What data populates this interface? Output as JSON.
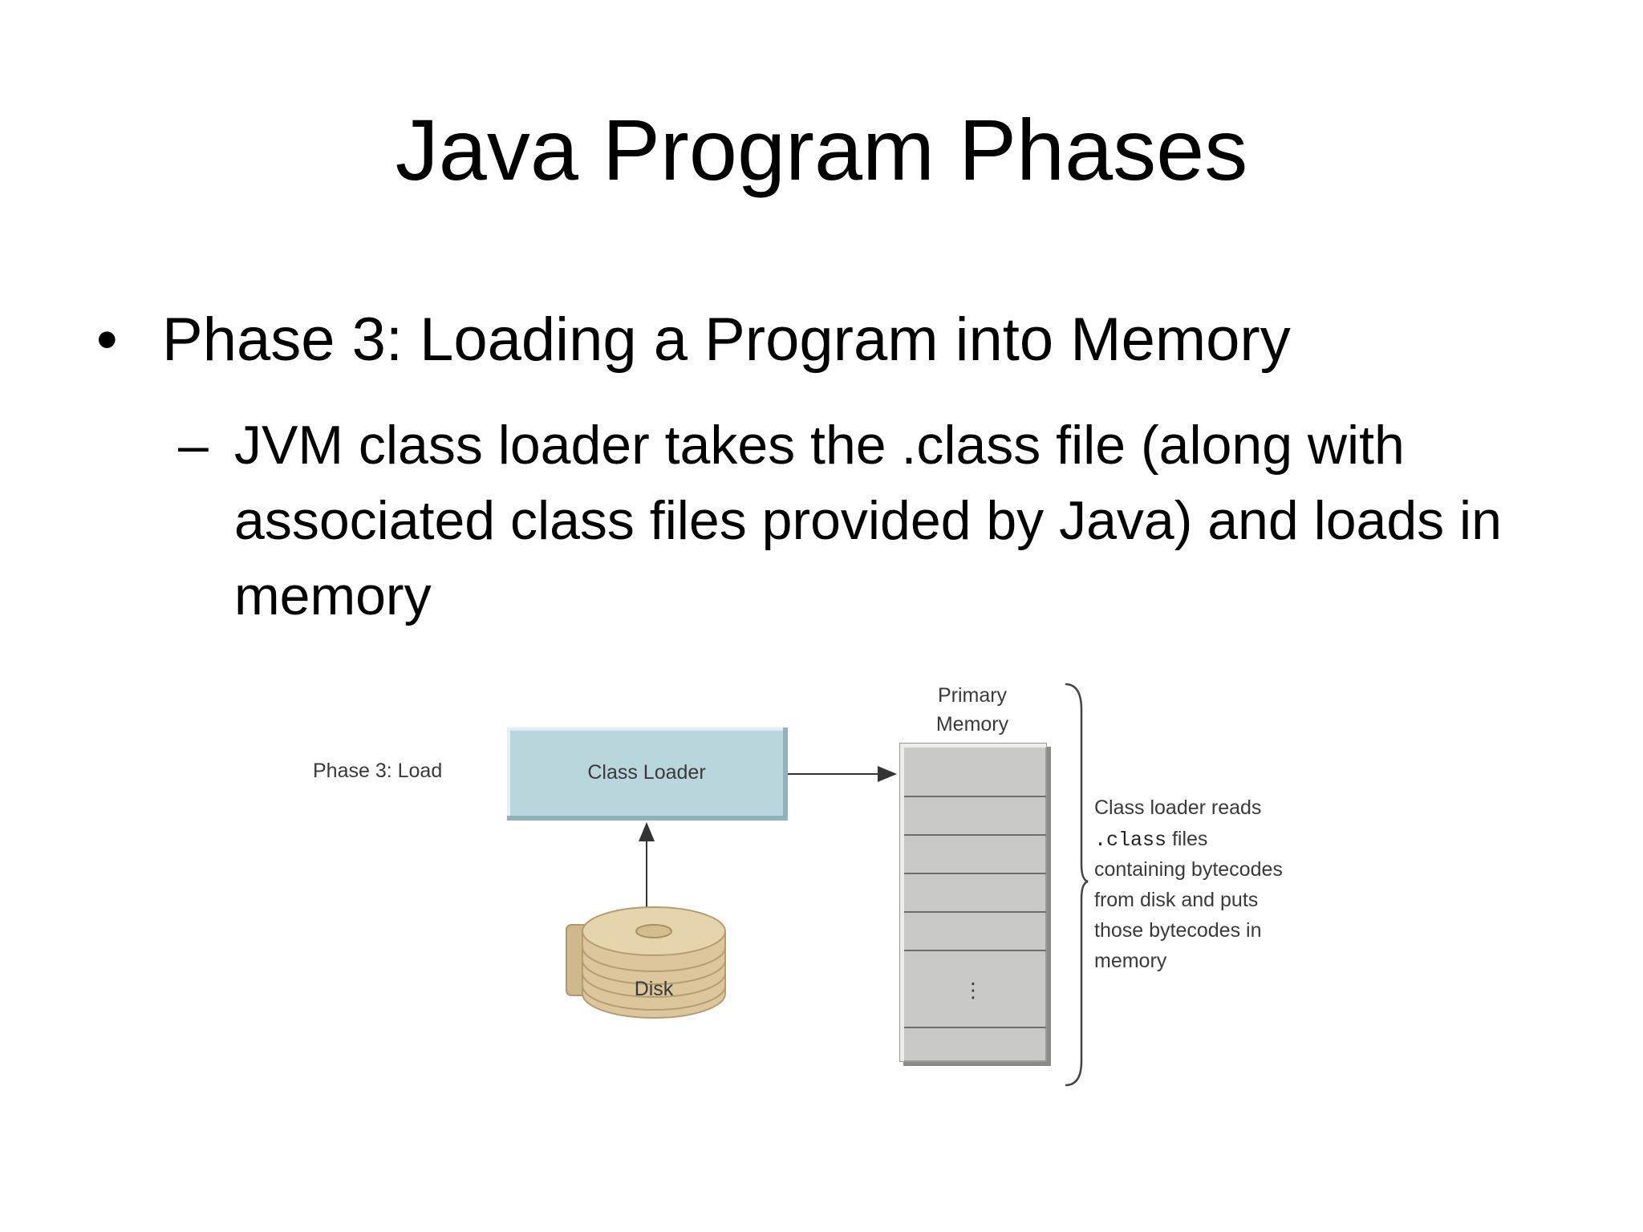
{
  "slide": {
    "title": "Java Program Phases",
    "bullet": "Phase 3: Loading a Program into Memory",
    "sub_bullet": "JVM class loader takes the .class file (along with associated class files provided by Java) and loads in memory",
    "bullet_marker": "•",
    "sub_marker": "–"
  },
  "diagram": {
    "phase_label": "Phase 3: Load",
    "class_loader_label": "Class Loader",
    "disk_label": "Disk",
    "memory_label_line1": "Primary",
    "memory_label_line2": "Memory",
    "memory_ellipsis": "⋮",
    "note_line1": "Class loader reads",
    "note_line2_mono": ".class",
    "note_line2_rest": " files",
    "note_line3": "containing bytecodes",
    "note_line4": "from disk and puts",
    "note_line5": "those bytecodes in",
    "note_line6": "memory",
    "colors": {
      "class_loader_fill": "#b9d6dd",
      "memory_fill": "#c9c9c7",
      "disk_fill": "#dcc79c"
    }
  }
}
